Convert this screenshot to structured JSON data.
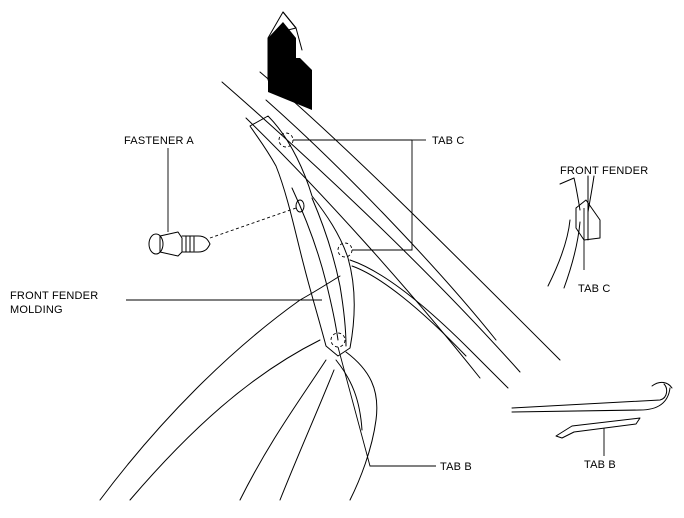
{
  "labels": {
    "fastener_a": "FASTENER A",
    "tab_c_main": "TAB C",
    "front_fender_molding_line1": "FRONT FENDER",
    "front_fender_molding_line2": "MOLDING",
    "tab_b_main": "TAB B",
    "detail_front_fender": "FRONT FENDER",
    "detail_tab_c": "TAB C",
    "detail_tab_b": "TAB B"
  },
  "arrow": {
    "direction": "up",
    "meaning": "removal direction"
  },
  "colors": {
    "line": "#000000",
    "background": "#ffffff"
  }
}
